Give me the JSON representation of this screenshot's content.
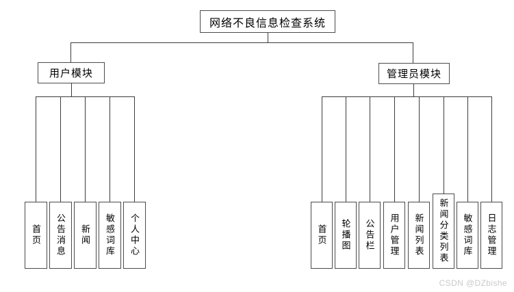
{
  "diagram": {
    "title": "网络不良信息检查系统",
    "type": "tree-hierarchy-chart",
    "root": {
      "label": "网络不良信息检查系统"
    },
    "modules": [
      {
        "id": "user-module",
        "label": "用户模块",
        "children": [
          {
            "id": "user-home",
            "label": "首页"
          },
          {
            "id": "user-notice",
            "label": "公告消息"
          },
          {
            "id": "user-news",
            "label": "新闻"
          },
          {
            "id": "user-sensitive",
            "label": "敏感词库"
          },
          {
            "id": "user-profile",
            "label": "个人中心"
          }
        ]
      },
      {
        "id": "admin-module",
        "label": "管理员模块",
        "children": [
          {
            "id": "admin-home",
            "label": "首页"
          },
          {
            "id": "admin-carousel",
            "label": "轮播图"
          },
          {
            "id": "admin-bulletin",
            "label": "公告栏"
          },
          {
            "id": "admin-user-manage",
            "label": "用户管理"
          },
          {
            "id": "admin-news-list",
            "label": "新闻列表"
          },
          {
            "id": "admin-news-category",
            "label": "新闻分类列表"
          },
          {
            "id": "admin-sensitive",
            "label": "敏感词库"
          },
          {
            "id": "admin-log",
            "label": "日志管理"
          }
        ]
      }
    ]
  },
  "watermark": {
    "text": "CSDN @DZbishe"
  },
  "colors": {
    "border": "#4a4a4a",
    "line": "#3a3a3a",
    "background": "#ffffff",
    "text": "#000000",
    "watermark": "#c9c9c9"
  }
}
